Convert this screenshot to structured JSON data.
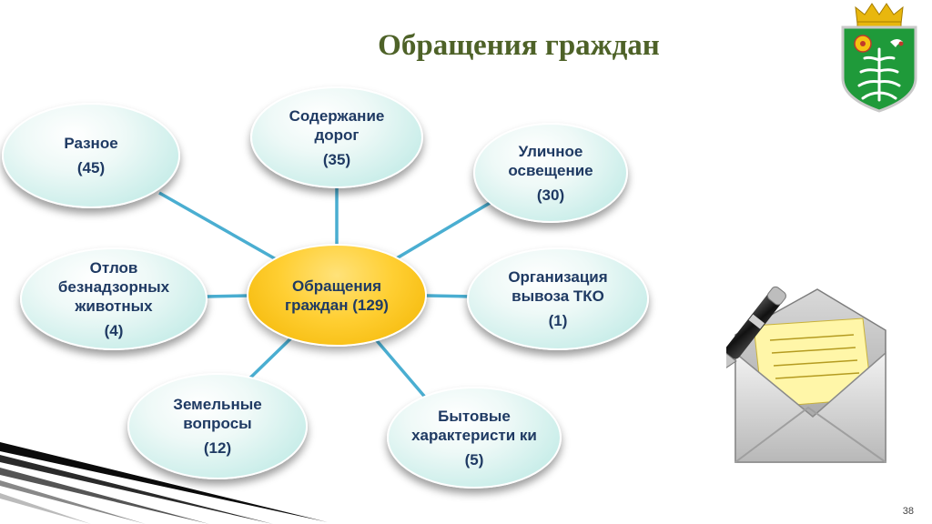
{
  "slide": {
    "title": "Обращения граждан",
    "page_number": "38"
  },
  "center": {
    "label": "Обращения граждан (129)"
  },
  "topics": [
    {
      "label": "Разное",
      "count": "(45)"
    },
    {
      "label": "Содержание дорог",
      "count": "(35)"
    },
    {
      "label": "Уличное освещение",
      "count": "(30)"
    },
    {
      "label": "Организация вывоза ТКО",
      "count": "(1)"
    },
    {
      "label": "Бытовые характеристи ки",
      "count": "(5)"
    },
    {
      "label": "Земельные вопросы",
      "count": "(12)"
    },
    {
      "label": "Отлов безнадзорных животных",
      "count": "(4)"
    }
  ],
  "colors": {
    "title": "#4e6228",
    "bubble_text": "#1f3a63",
    "center_fill": "#ffc000",
    "connector": "#4aaed1",
    "bubble_fill": "#cbeeea"
  },
  "icons": [
    "coat-of-arms-icon",
    "envelope-pen-icon"
  ]
}
